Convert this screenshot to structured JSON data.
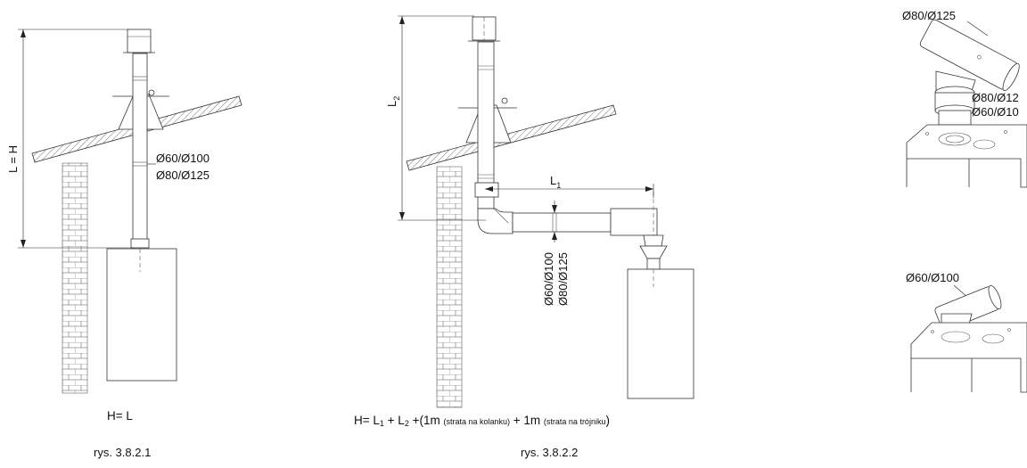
{
  "fig1": {
    "dim_label": "L = H",
    "pipe_label_1": "Ø60/Ø100",
    "pipe_label_2": "Ø80/Ø125",
    "formula": "H= L",
    "caption": "rys. 3.8.2.1"
  },
  "fig2": {
    "dim_l2": "L",
    "dim_l2_sub": "2",
    "dim_l1": "L",
    "dim_l1_sub": "1",
    "pipe_label_1": "Ø60/Ø100",
    "pipe_label_2": "Ø80/Ø125",
    "formula": {
      "part1": "H= L",
      "sub1": "1",
      "part2": " + L",
      "sub2": "2",
      "part3": " +(1m ",
      "note1": "(strata na kolanku)",
      "part4": " + 1m ",
      "note2": "(strata na trójniku",
      "part5": ")"
    },
    "caption": "rys. 3.8.2.2"
  },
  "fig3": {
    "top_label": "Ø80/Ø125",
    "mid_label_1": "Ø80/Ø12",
    "mid_label_2": "Ø60/Ø10",
    "bottom_label": "Ø60/Ø100"
  }
}
